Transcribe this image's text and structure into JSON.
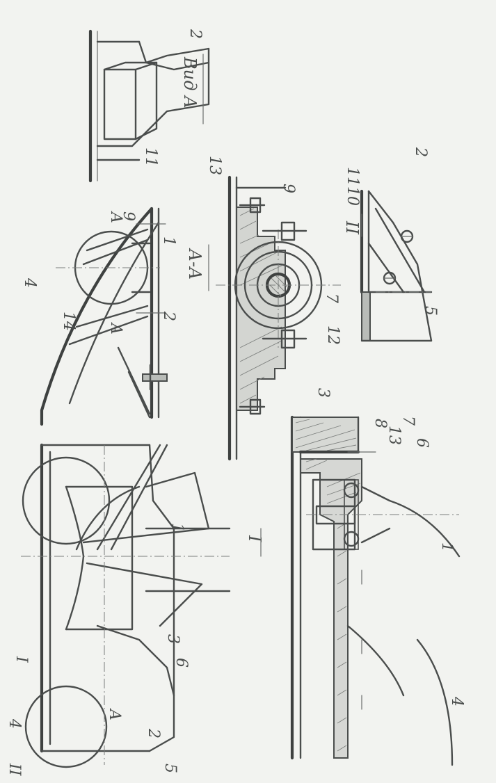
{
  "figure": {
    "section_labels": {
      "view_a": "Вид А",
      "section_aa": "А-А",
      "detail_one": "I",
      "detail_two": "II"
    },
    "part_labels": {
      "p1": "1",
      "p2": "2",
      "p3": "3",
      "p4": "4",
      "p5": "5",
      "p6": "6",
      "p7": "7",
      "p8": "8",
      "p9": "9",
      "p10": "10",
      "p11": "11",
      "p12": "12",
      "p13": "13",
      "p14": "14"
    },
    "section_marker": "A",
    "colors": {
      "line": "#4a4d4c",
      "paper": "#f2f3f0",
      "fill": "#b9bcb8"
    }
  }
}
